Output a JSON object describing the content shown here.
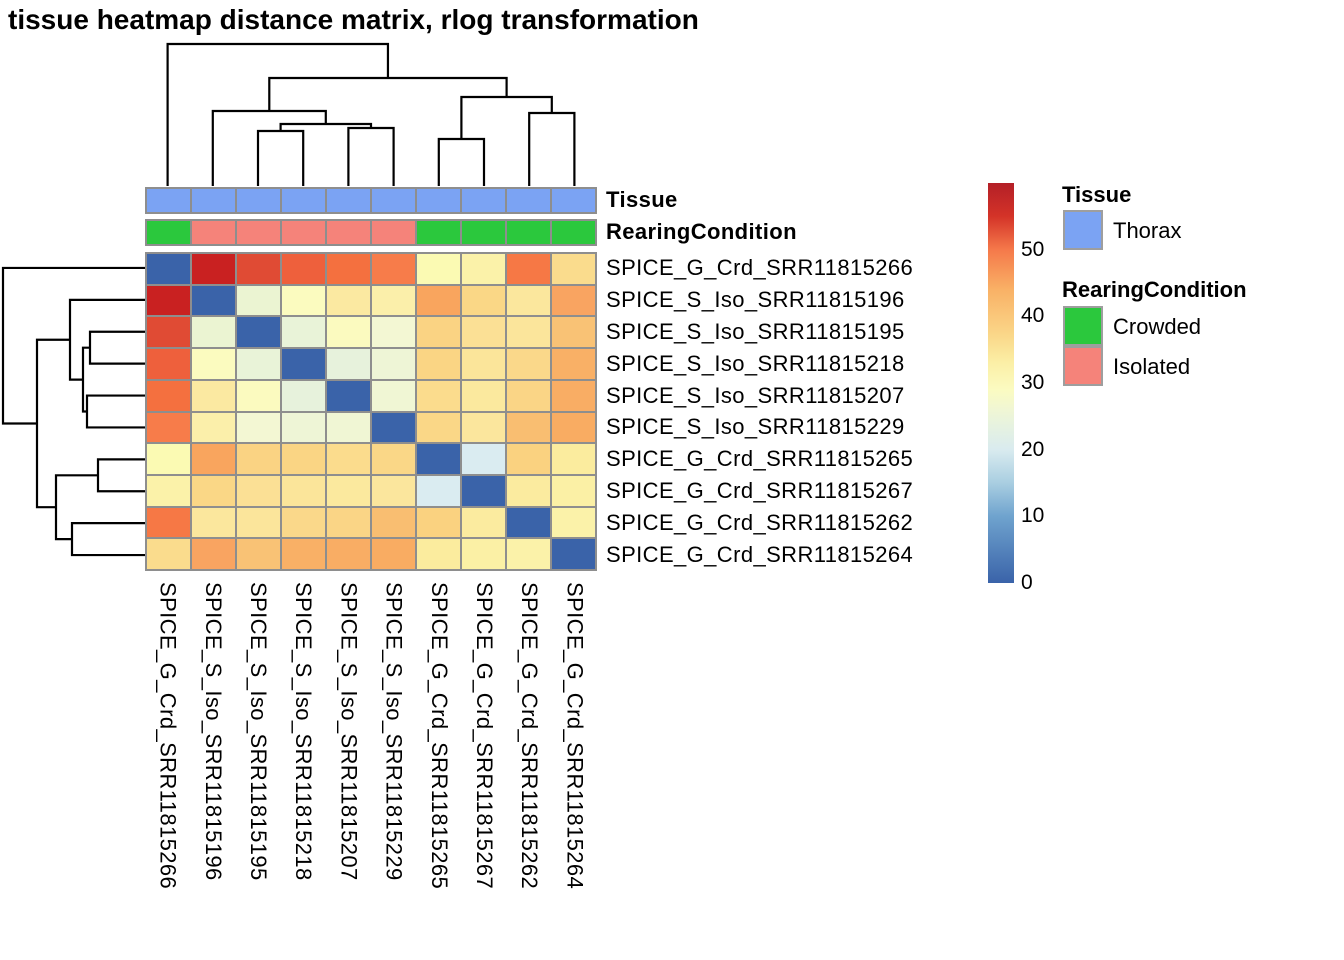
{
  "title": "tissue heatmap distance matrix, rlog transformation",
  "annotations": {
    "tissue_label": "Tissue",
    "rearing_label": "RearingCondition"
  },
  "legend": {
    "tissue_title": "Tissue",
    "tissue_items": [
      {
        "label": "Thorax",
        "color": "#7BA3F3"
      }
    ],
    "rearing_title": "RearingCondition",
    "rearing_items": [
      {
        "label": "Crowded",
        "color": "#2BC83D"
      },
      {
        "label": "Isolated",
        "color": "#F5837A"
      }
    ]
  },
  "colors": {
    "grid_line": "#8E8E8E",
    "dendrogram_line": "#000000",
    "diagonal_cell": "#3A63A9"
  },
  "chart_data": {
    "type": "heatmap",
    "title": "tissue heatmap distance matrix, rlog transformation",
    "row_labels": [
      "SPICE_G_Crd_SRR11815266",
      "SPICE_S_Iso_SRR11815196",
      "SPICE_S_Iso_SRR11815195",
      "SPICE_S_Iso_SRR11815218",
      "SPICE_S_Iso_SRR11815207",
      "SPICE_S_Iso_SRR11815229",
      "SPICE_G_Crd_SRR11815265",
      "SPICE_G_Crd_SRR11815267",
      "SPICE_G_Crd_SRR11815262",
      "SPICE_G_Crd_SRR11815264"
    ],
    "col_labels": [
      "SPICE_G_Crd_SRR11815266",
      "SPICE_S_Iso_SRR11815196",
      "SPICE_S_Iso_SRR11815195",
      "SPICE_S_Iso_SRR11815218",
      "SPICE_S_Iso_SRR11815207",
      "SPICE_S_Iso_SRR11815229",
      "SPICE_G_Crd_SRR11815265",
      "SPICE_G_Crd_SRR11815267",
      "SPICE_G_Crd_SRR11815262",
      "SPICE_G_Crd_SRR11815264"
    ],
    "col_annotations": {
      "Tissue": [
        "Thorax",
        "Thorax",
        "Thorax",
        "Thorax",
        "Thorax",
        "Thorax",
        "Thorax",
        "Thorax",
        "Thorax",
        "Thorax"
      ],
      "RearingCondition": [
        "Crowded",
        "Isolated",
        "Isolated",
        "Isolated",
        "Isolated",
        "Isolated",
        "Crowded",
        "Crowded",
        "Crowded",
        "Crowded"
      ]
    },
    "values": [
      [
        0,
        56.5,
        53.5,
        52,
        51,
        50,
        29.5,
        31.5,
        50.5,
        37
      ],
      [
        56.5,
        0,
        25.5,
        29.5,
        33,
        32,
        46.5,
        37.5,
        33.5,
        46.5
      ],
      [
        53.5,
        25.5,
        0,
        25,
        29.5,
        27.5,
        38.5,
        35.5,
        34.5,
        43
      ],
      [
        52,
        29.5,
        25,
        0,
        24,
        26,
        38,
        34.5,
        37,
        44.5
      ],
      [
        51,
        33,
        29.5,
        24,
        0,
        26.5,
        36.5,
        33,
        38,
        45
      ],
      [
        50,
        32,
        27.5,
        26,
        26.5,
        0,
        37.5,
        34,
        43.5,
        45.5
      ],
      [
        29.5,
        46.5,
        38.5,
        38,
        36.5,
        37.5,
        0,
        19.5,
        39,
        32.5
      ],
      [
        31.5,
        37.5,
        35.5,
        34.5,
        33,
        34,
        19.5,
        0,
        33,
        31.5
      ],
      [
        50.5,
        33.5,
        34.5,
        37,
        38,
        43.5,
        39,
        33,
        0,
        30.5
      ],
      [
        37,
        46.5,
        43,
        44.5,
        45,
        45.5,
        32.5,
        31.5,
        30.5,
        0
      ]
    ],
    "cell_colors": [
      [
        "#3A63A9",
        "#C92121",
        "#E04B34",
        "#EE603C",
        "#F4703F",
        "#F77C4A",
        "#FBFAB3",
        "#FBF2A9",
        "#F67845",
        "#FADC8D"
      ],
      [
        "#C92121",
        "#3A63A9",
        "#EBF4D2",
        "#FBFBBF",
        "#FBE9A1",
        "#FBEFAA",
        "#F9A55E",
        "#FAD786",
        "#FBE79D",
        "#F9A461"
      ],
      [
        "#E04B34",
        "#EBF4D2",
        "#3A63A9",
        "#E9F3D8",
        "#FBFABF",
        "#F3F7D3",
        "#FAD383",
        "#FBE095",
        "#FBE59B",
        "#F9C275"
      ],
      [
        "#EE603C",
        "#FBFBBF",
        "#E9F3D8",
        "#3A63A9",
        "#E7F2DC",
        "#EEF5D6",
        "#FAD584",
        "#FBE59A",
        "#FAD88A",
        "#F9B066"
      ],
      [
        "#F4703F",
        "#FBE9A1",
        "#FBFABF",
        "#E7F2DC",
        "#3A63A9",
        "#F0F6D4",
        "#FBDC8D",
        "#FBE99E",
        "#FAD586",
        "#F9AD64"
      ],
      [
        "#F77C4A",
        "#FBEFAA",
        "#F3F7D3",
        "#EEF5D6",
        "#F0F6D4",
        "#3A63A9",
        "#FAD787",
        "#FBE69D",
        "#F9BE71",
        "#F9AC62"
      ],
      [
        "#FBFAB3",
        "#F9A55E",
        "#FAD383",
        "#FAD584",
        "#FBDC8D",
        "#FAD787",
        "#3A63A9",
        "#DAECF1",
        "#FAD280",
        "#FBEC9E"
      ],
      [
        "#FBF2A9",
        "#FAD786",
        "#FBE095",
        "#FBE59A",
        "#FBE99E",
        "#FBE69D",
        "#DAECF1",
        "#3A63A9",
        "#FBEB9F",
        "#FBF0A5"
      ],
      [
        "#F67845",
        "#FBE79D",
        "#FBE59B",
        "#FAD88A",
        "#FAD586",
        "#F9BE71",
        "#FAD280",
        "#FBEB9F",
        "#3A63A9",
        "#FBF2A9"
      ],
      [
        "#FADC8D",
        "#F9A461",
        "#F9C275",
        "#F9B066",
        "#F9AD64",
        "#F9AC62",
        "#FBEC9E",
        "#FBF0A5",
        "#FBF2A9",
        "#3A63A9"
      ]
    ],
    "value_range": [
      0,
      60
    ],
    "colorbar_ticks": [
      0,
      10,
      20,
      30,
      40,
      50
    ],
    "colorbar_gradient": [
      {
        "value": 0,
        "color": "#3A63A9"
      },
      {
        "value": 10,
        "color": "#6FA3CE"
      },
      {
        "value": 15,
        "color": "#A9CEE1"
      },
      {
        "value": 20,
        "color": "#D9EBEF"
      },
      {
        "value": 24,
        "color": "#E8F3DE"
      },
      {
        "value": 26,
        "color": "#F0F6D4"
      },
      {
        "value": 29,
        "color": "#FBFBC1"
      },
      {
        "value": 33,
        "color": "#FBEFA6"
      },
      {
        "value": 37,
        "color": "#FAD88A"
      },
      {
        "value": 44,
        "color": "#F9B166"
      },
      {
        "value": 50,
        "color": "#F5794A"
      },
      {
        "value": 55,
        "color": "#D43328"
      },
      {
        "value": 60,
        "color": "#B31F27"
      }
    ],
    "dendrogram": {
      "height": 142,
      "children": [
        0,
        {
          "height": 108,
          "children": [
            {
              "height": 75,
              "children": [
                1,
                {
                  "height": 62,
                  "children": [
                    {
                      "height": 55,
                      "children": [
                        2,
                        3
                      ]
                    },
                    {
                      "height": 58,
                      "children": [
                        4,
                        5
                      ]
                    }
                  ]
                }
              ]
            },
            {
              "height": 89,
              "children": [
                {
                  "height": 47,
                  "children": [
                    6,
                    7
                  ]
                },
                {
                  "height": 73,
                  "children": [
                    8,
                    9
                  ]
                }
              ]
            }
          ]
        }
      ]
    },
    "legend_position": "right",
    "grid": true
  }
}
